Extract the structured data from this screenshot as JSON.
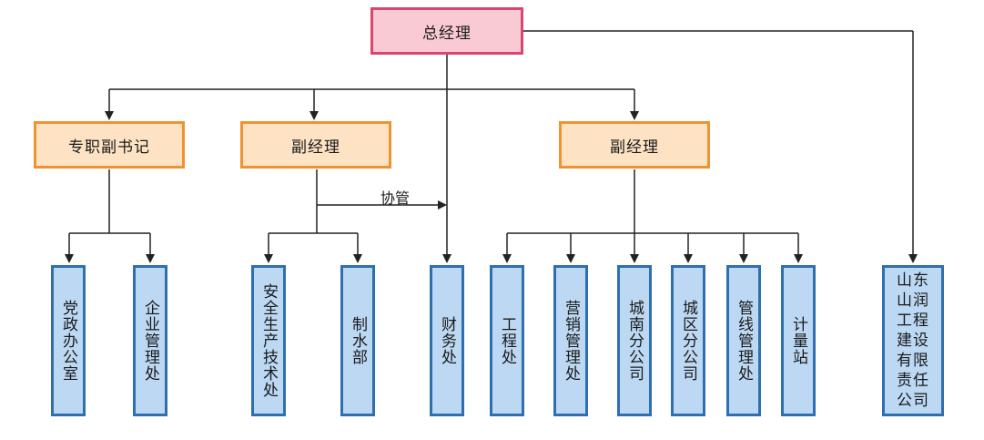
{
  "org": {
    "root": "总经理",
    "level2": [
      "专职副书记",
      "副经理",
      "副经理"
    ],
    "note": "协管",
    "leaves": [
      "党政办公室",
      "企业管理处",
      "安全生产技术处",
      "制水部",
      "财务处",
      "工程处",
      "营销管理处",
      "城南分公司",
      "城区分公司",
      "管线管理处",
      "计量站",
      "山东山润工程建设有限责任公司"
    ]
  },
  "colors": {
    "root_fill": "#f9c9d4",
    "root_border": "#d9466f",
    "mid_fill": "#fde3c4",
    "mid_border": "#ee9330",
    "leaf_fill": "#bcd8f3",
    "leaf_border": "#2f6fb0",
    "line": "#222222"
  }
}
